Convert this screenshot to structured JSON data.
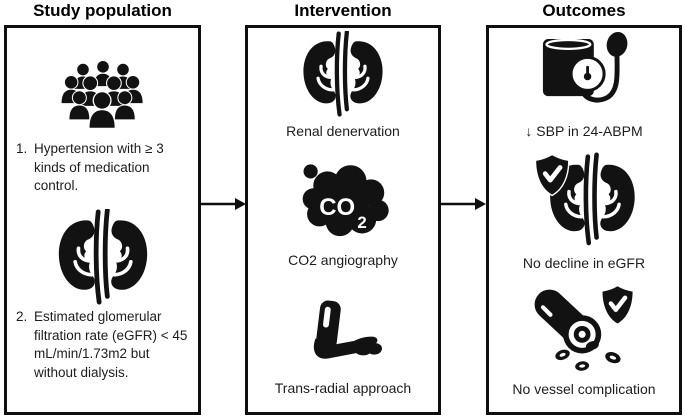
{
  "colors": {
    "ink": "#121212",
    "text": "#1d1d1d",
    "background": "#ffffff"
  },
  "columns": [
    {
      "id": "study-population",
      "title": "Study population",
      "items": [
        {
          "icon": "crowd-icon",
          "number": "1.",
          "text": "Hypertension with ≥ 3 kinds of medication control."
        },
        {
          "icon": "kidneys-icon",
          "number": "2.",
          "text": "Estimated glomerular filtration rate (eGFR) < 45 mL/min/1.73m2 but without dialysis."
        }
      ]
    },
    {
      "id": "intervention",
      "title": "Intervention",
      "items": [
        {
          "icon": "kidneys-icon",
          "caption": "Renal denervation"
        },
        {
          "icon": "co2-cloud-icon",
          "caption": "CO2 angiography"
        },
        {
          "icon": "arm-icon",
          "caption": "Trans-radial approach"
        }
      ]
    },
    {
      "id": "outcomes",
      "title": "Outcomes",
      "items": [
        {
          "icon": "bp-monitor-icon",
          "caption": "↓ SBP in 24-ABPM"
        },
        {
          "icon": "shield-kidneys-icon",
          "caption": "No decline in eGFR"
        },
        {
          "icon": "vessel-shield-icon",
          "caption": "No vessel complication"
        }
      ]
    }
  ],
  "co2_icon": {
    "main": "CO",
    "sub": "2"
  },
  "arrows": [
    {
      "id": "arrow-population-to-intervention",
      "direction": "right"
    },
    {
      "id": "arrow-intervention-to-outcomes",
      "direction": "right"
    }
  ]
}
